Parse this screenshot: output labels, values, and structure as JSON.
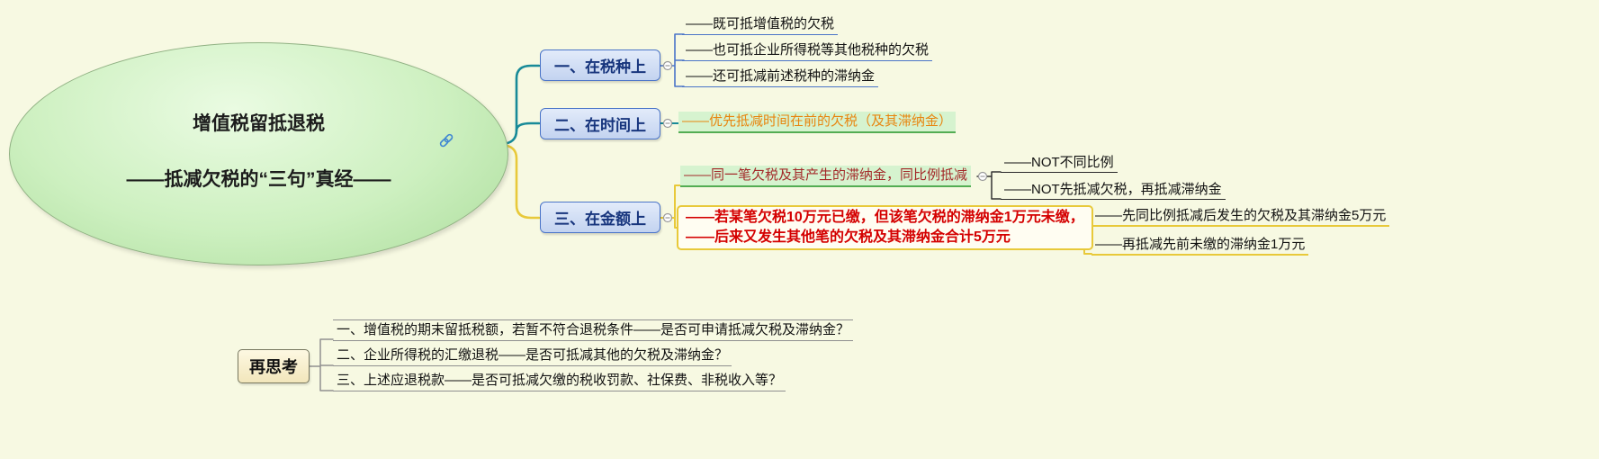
{
  "central": {
    "title": "增值税留抵退税",
    "subtitle": "——抵减欠税的“三句”真经——"
  },
  "branches": {
    "tax_type": {
      "label": "一、在税种上",
      "children": [
        "——既可抵增值税的欠税",
        "——也可抵企业所得税等其他税种的欠税",
        "——还可抵减前述税种的滞纳金"
      ]
    },
    "time": {
      "label": "二、在时间上",
      "children": [
        "——优先抵减时间在前的欠税（及其滞纳金）"
      ]
    },
    "amount": {
      "label": "三、在金额上",
      "same_ratio": {
        "label": "——同一笔欠税及其产生的滞纳金，同比例抵减",
        "children": [
          "——NOT不同比例",
          "——NOT先抵减欠税，再抵减滞纳金"
        ]
      },
      "example": {
        "line1": "——若某笔欠税10万元已缴，但该笔欠税的滞纳金1万元未缴，",
        "line2": "——后来又发生其他笔的欠税及其滞纳金合计5万元",
        "children": [
          "——先同比例抵减后发生的欠税及其滞纳金5万元",
          "——再抵减先前未缴的滞纳金1万元"
        ]
      }
    }
  },
  "rethink": {
    "label": "再思考",
    "items": [
      "一、增值税的期末留抵税额，若暂不符合退税条件——是否可申请抵减欠税及滞纳金？",
      "二、企业所得税的汇缴退税——是否可抵减其他的欠税及滞纳金？",
      "三、上述应退税款——是否可抵减欠缴的税收罚款、社保费、非税收入等？"
    ]
  },
  "colors": {
    "branch_teal": "#178a98",
    "branch_yellow": "#e8c93a",
    "topic_blue_border": "#4a74c8",
    "topic_blue_text": "#17357d",
    "highlight_green": "#d6f3cf",
    "orange_text": "#e8850f",
    "dark_red_text": "#a32929",
    "red_text": "#d40000"
  }
}
